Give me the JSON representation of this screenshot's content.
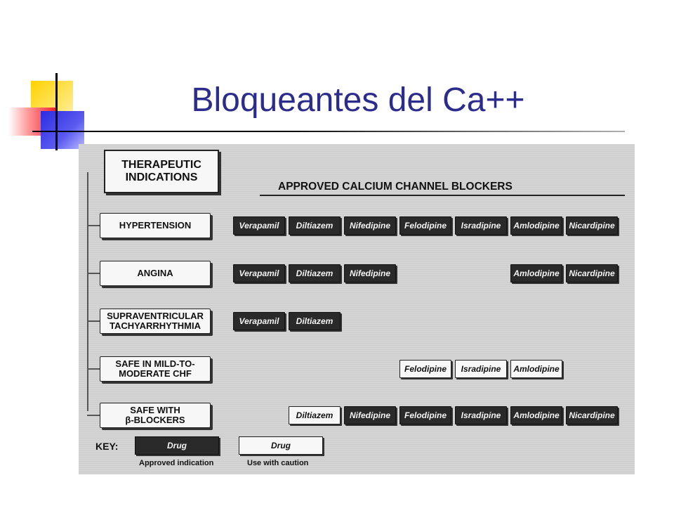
{
  "slide": {
    "title": "Bloqueantes del Ca++"
  },
  "figure": {
    "header_box": "THERAPEUTIC\nINDICATIONS",
    "approved_heading": "APPROVED CALCIUM CHANNEL BLOCKERS",
    "indications": [
      {
        "label": "HYPERTENSION"
      },
      {
        "label": "ANGINA"
      },
      {
        "label": "SUPRAVENTRICULAR\nTACHYARRHYTHMIA"
      },
      {
        "label": "SAFE IN MILD-TO-\nMODERATE CHF"
      },
      {
        "label": "SAFE WITH\nβ-BLOCKERS"
      }
    ],
    "drugs": [
      "Verapamil",
      "Diltiazem",
      "Nifedipine",
      "Felodipine",
      "Isradipine",
      "Amlodipine",
      "Nicardipine"
    ],
    "matrix": [
      [
        "approved",
        "approved",
        "approved",
        "approved",
        "approved",
        "approved",
        "approved"
      ],
      [
        "approved",
        "approved",
        "approved",
        "none",
        "none",
        "approved",
        "approved"
      ],
      [
        "approved",
        "approved",
        "none",
        "none",
        "none",
        "none",
        "none"
      ],
      [
        "none",
        "none",
        "none",
        "caution",
        "caution",
        "caution",
        "none"
      ],
      [
        "none",
        "caution",
        "approved",
        "approved",
        "approved",
        "approved",
        "approved"
      ]
    ],
    "key": {
      "label": "KEY:",
      "sample_text": "Drug",
      "approved_caption": "Approved indication",
      "caution_caption": "Use with caution"
    }
  },
  "colors": {
    "title": "#2c2c8c",
    "approved_fill": "#2a2a2a",
    "caution_fill": "#f7f7f7"
  }
}
